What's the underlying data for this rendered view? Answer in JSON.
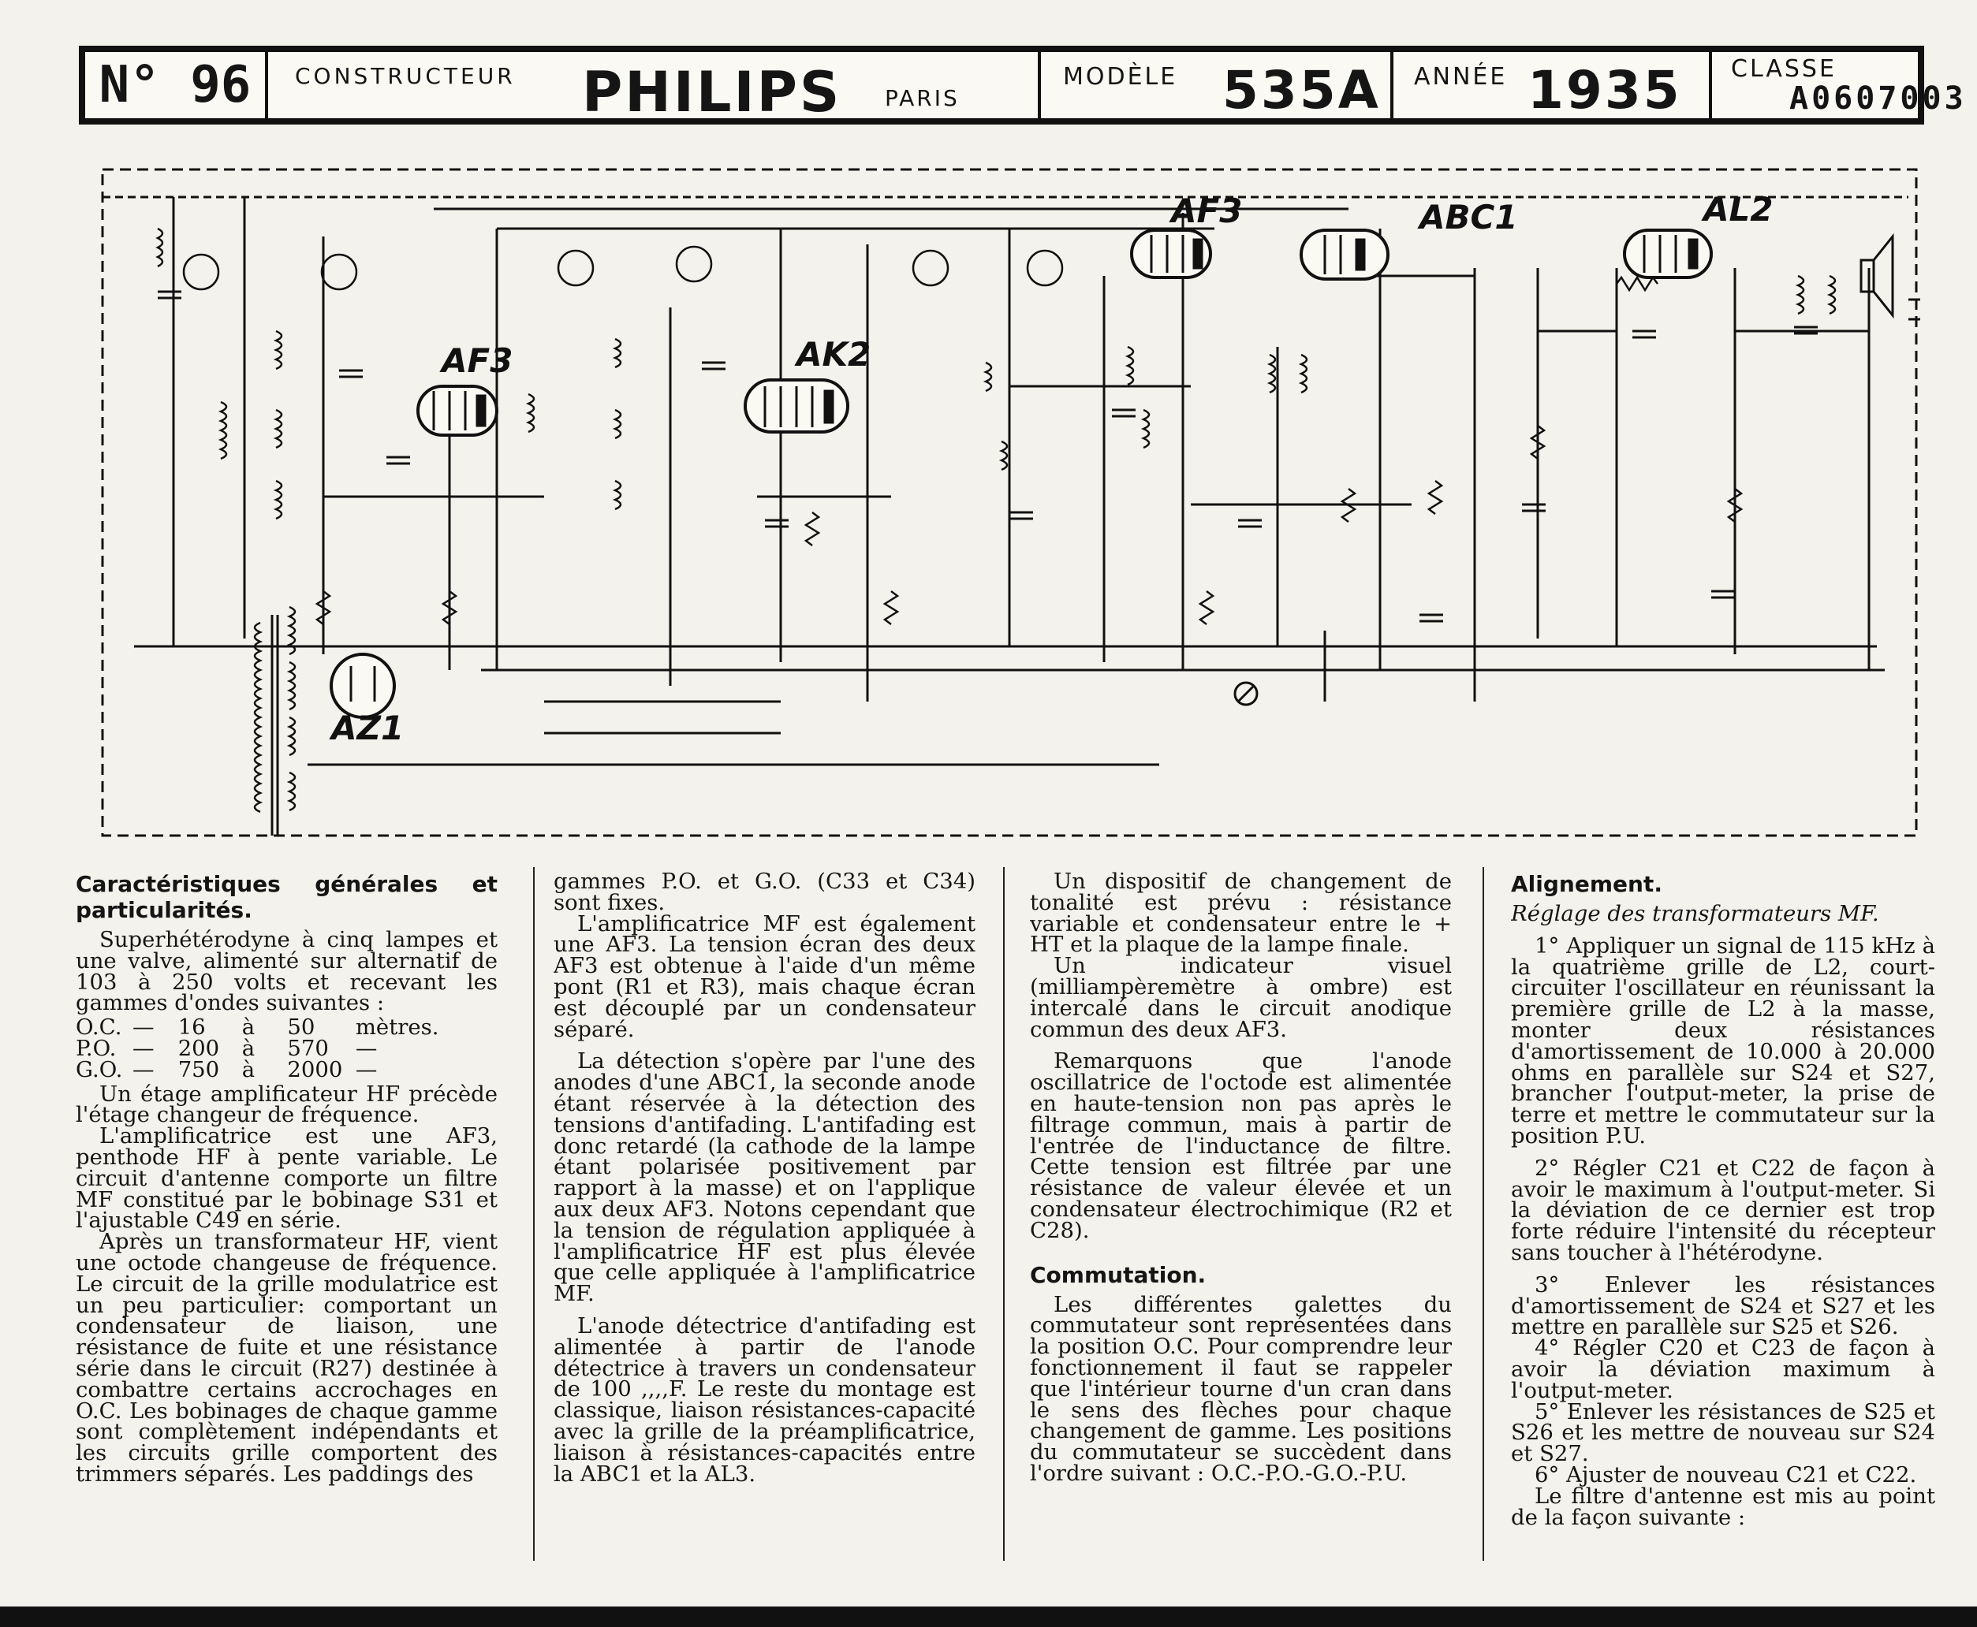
{
  "header": {
    "number": "N° 96",
    "constructor_label": "CONSTRUCTEUR",
    "constructor": "PHILIPS",
    "city": "PARIS",
    "model_label": "MODÈLE",
    "model": "535A",
    "year_label": "ANNÉE",
    "year": "1935",
    "class_label": "CLASSE",
    "class_value": "A0607003"
  },
  "schematic": {
    "tubes": [
      "AF3",
      "AK2",
      "AF3",
      "ABC1",
      "AL2",
      "AZ1"
    ]
  },
  "col1": {
    "heading": "Caractéristiques générales et particularités.",
    "p1": "Superhétérodyne à cinq lampes et une valve, alimenté sur alternatif de 103 à 250 volts et recevant les gammes d'ondes suivantes :",
    "ranges": [
      {
        "band": "O.C.",
        "dash": "—",
        "from": "16",
        "to": "à",
        "upper": "50",
        "unit": "mètres."
      },
      {
        "band": "P.O.",
        "dash": "—",
        "from": "200",
        "to": "à",
        "upper": "570",
        "unit": "—"
      },
      {
        "band": "G.O.",
        "dash": "—",
        "from": "750",
        "to": "à",
        "upper": "2000",
        "unit": "—"
      }
    ],
    "p2": "Un étage amplificateur HF précède l'étage changeur de fréquence.",
    "p3": "L'amplificatrice est une AF3, penthode HF à pente variable. Le circuit d'antenne comporte un filtre MF constitué par le bobinage S31 et l'ajustable C49 en série.",
    "p4": "Après un transformateur HF, vient une octode changeuse de fréquence. Le circuit de la grille modulatrice est un peu particulier: comportant un condensateur de liaison, une résistance de fuite et une résistance série dans le circuit (R27) destinée à combattre certains accrochages en O.C. Les bobinages de chaque gamme sont complètement indépendants et les circuits grille comportent des trimmers séparés. Les paddings des"
  },
  "col2": {
    "p1": "gammes P.O. et G.O. (C33 et C34) sont fixes.",
    "p2": "L'amplificatrice MF est également une AF3. La tension écran des deux AF3 est obtenue à l'aide d'un même pont (R1 et R3), mais chaque écran est découplé par un condensateur séparé.",
    "p3": "La détection s'opère par l'une des anodes d'une ABC1, la seconde anode étant réservée à la détection des tensions d'antifading. L'antifading est donc retardé (la cathode de la lampe étant polarisée positivement par rapport à la masse) et on l'applique aux deux AF3. Notons cependant que la tension de régulation appliquée à l'amplificatrice HF est plus élevée que celle appliquée à l'amplificatrice MF.",
    "p4": "L'anode détectrice d'antifading est alimentée à partir de l'anode détectrice à travers un condensateur de 100 ,,,,F. Le reste du montage est classique, liaison résistances-capacité avec la grille de la préamplificatrice, liaison à résistances-capacités entre la ABC1 et la AL3."
  },
  "col3": {
    "p1": "Un dispositif de changement de tonalité est prévu : résistance variable et condensateur entre le + HT et la plaque de la lampe finale.",
    "p2": "Un indicateur visuel (milliampèremètre à ombre) est intercalé dans le circuit anodique commun des deux AF3.",
    "p3": "Remarquons que l'anode oscillatrice de l'octode est alimentée en haute-tension non pas après le filtrage commun, mais à partir de l'entrée de l'inductance de filtre. Cette tension est filtrée par une résistance de valeur élevée et un condensateur électrochimique (R2 et C28).",
    "heading": "Commutation.",
    "p4": "Les différentes galettes du commutateur sont représentées dans la position O.C. Pour comprendre leur fonctionnement il faut se rappeler que l'intérieur tourne d'un cran dans le sens des flèches pour chaque changement de gamme. Les positions du commutateur se succèdent dans l'ordre suivant : O.C.-P.O.-G.O.-P.U."
  },
  "col4": {
    "heading": "Alignement.",
    "subheading": "Réglage des transformateurs MF.",
    "s1": "1° Appliquer un signal de 115 kHz à la quatrième grille de L2, court-circuiter l'oscillateur en réunissant la première grille de L2 à la masse, monter deux résistances d'amortissement de 10.000 à 20.000 ohms en parallèle sur S24 et S27, brancher l'output-meter, la prise de terre et mettre le commutateur sur la position P.U.",
    "s2": "2° Régler C21 et C22 de façon à avoir le maximum à l'output-meter. Si la déviation de ce dernier est trop forte réduire l'intensité du récepteur sans toucher à l'hétérodyne.",
    "s3": "3° Enlever les résistances d'amortissement de S24 et S27 et les mettre en parallèle sur S25 et S26.",
    "s4": "4° Régler C20 et C23 de façon à avoir la déviation maximum à l'output-meter.",
    "s5": "5° Enlever les résistances de S25 et S26 et les mettre de nouveau sur S24 et S27.",
    "s6": "6° Ajuster de nouveau C21 et C22.",
    "s7": "Le filtre d'antenne est mis au point de la façon suivante :"
  }
}
